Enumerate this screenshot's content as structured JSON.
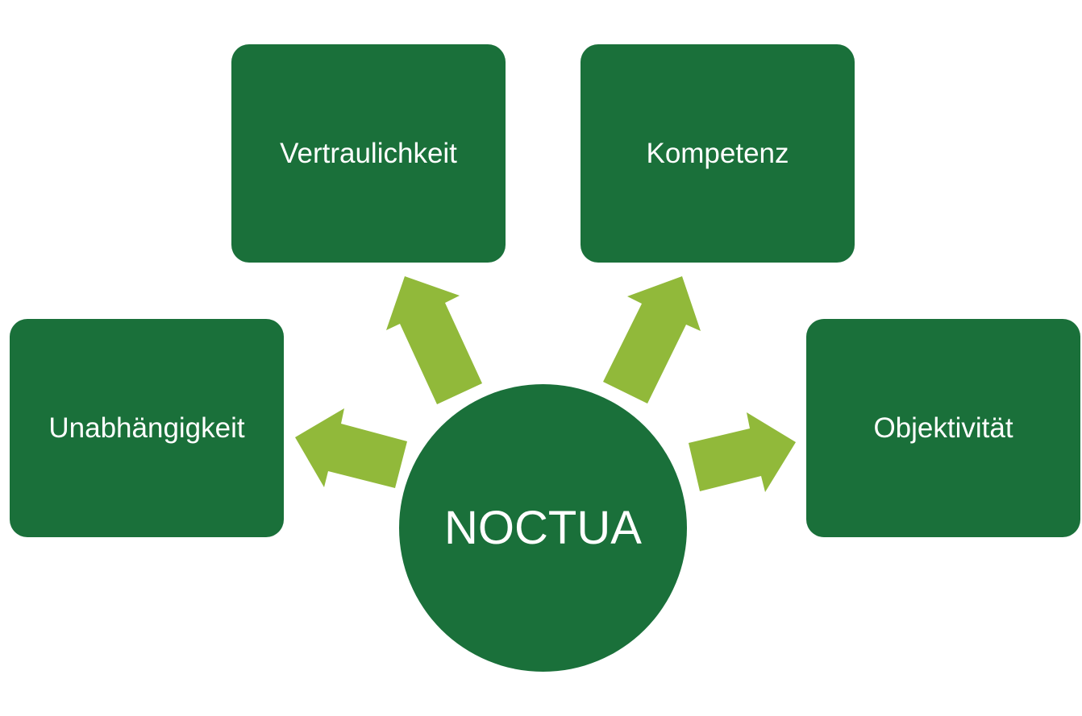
{
  "center": {
    "label": "NOCTUA"
  },
  "nodes": {
    "top_left": {
      "label": "Vertraulichkeit"
    },
    "top_right": {
      "label": "Kompetenz"
    },
    "left": {
      "label": "Unabhängigkeit"
    },
    "right": {
      "label": "Objektivität"
    }
  },
  "colors": {
    "node": "#1a703a",
    "arrow": "#91b93a",
    "text": "#ffffff"
  }
}
